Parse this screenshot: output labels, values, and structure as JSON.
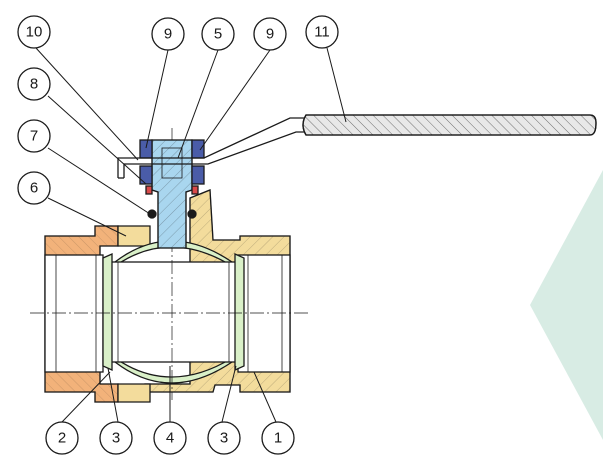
{
  "colors": {
    "body": "#f3dc9c",
    "union_nut": "#f2b27a",
    "ball": "#d9f0c8",
    "stem": "#a9d6ef",
    "nut": "#4a5ca8",
    "oring": "#d94a4a",
    "handle": "#e8e8e8",
    "watermark": "#d8ece4"
  },
  "callouts": [
    {
      "id": "10",
      "label": "10"
    },
    {
      "id": "9a",
      "label": "9"
    },
    {
      "id": "5",
      "label": "5"
    },
    {
      "id": "9b",
      "label": "9"
    },
    {
      "id": "11",
      "label": "11"
    },
    {
      "id": "8",
      "label": "8"
    },
    {
      "id": "7",
      "label": "7"
    },
    {
      "id": "6",
      "label": "6"
    },
    {
      "id": "2",
      "label": "2"
    },
    {
      "id": "3a",
      "label": "3"
    },
    {
      "id": "4",
      "label": "4"
    },
    {
      "id": "3b",
      "label": "3"
    },
    {
      "id": "1",
      "label": "1"
    }
  ]
}
